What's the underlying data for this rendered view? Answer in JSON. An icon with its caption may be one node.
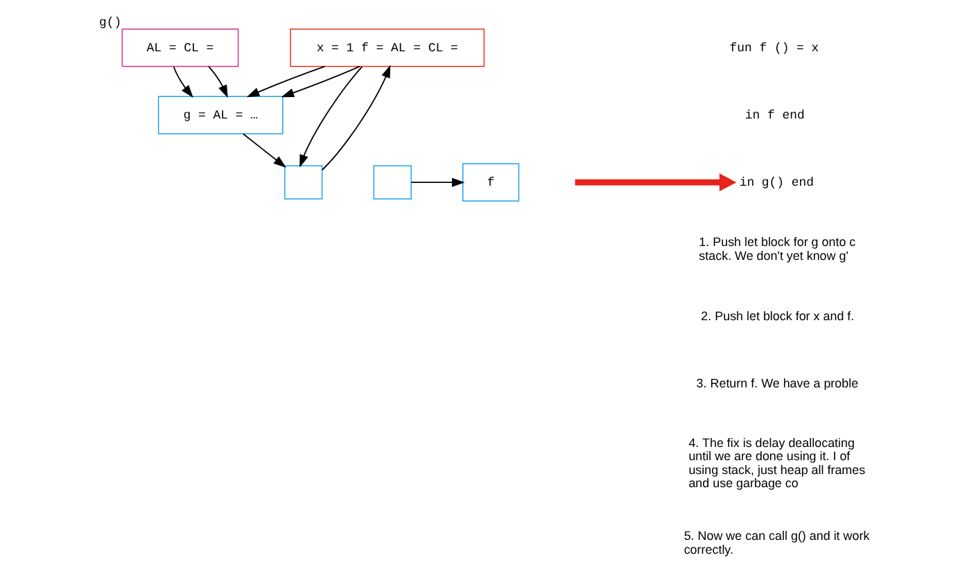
{
  "diagram": {
    "nodes": [
      {
        "text": [
          "AL = CL ="
        ],
        "beside": [
          "g()"
        ]
      },
      {
        "text": [
          "x = 1 f = AL = CL ="
        ]
      },
      {
        "text": [
          "g = AL = …"
        ]
      },
      {
        "text": [],
        "shape": "box"
      },
      {
        "text": [],
        "shape": "box"
      },
      {
        "text": [
          "f"
        ]
      },
      {
        "text": [
          "in g() end"
        ]
      }
    ],
    "edges": [
      {
        "from": 0,
        "to": 2,
        "arrow": "to"
      },
      {
        "from": 0,
        "to": 2,
        "arrow": "to"
      },
      {
        "from": 1,
        "to": 3,
        "arrow": "to"
      },
      {
        "from": 1,
        "to": 2,
        "arrow": "to"
      },
      {
        "from": 1,
        "to": 2,
        "arrow": "to"
      },
      {
        "from": 3,
        "to": 1,
        "arrow": "to"
      },
      {
        "from": 2,
        "to": 3,
        "arrow": "to"
      },
      {
        "from": 4,
        "to": 5,
        "arrow": "to"
      },
      {
        "from": null,
        "to": 6,
        "arrow": "to",
        "style": "thick",
        "color": "#e8231b"
      }
    ],
    "labels": [
      "fun f () = x",
      "in f end",
      "1. Push let block for g onto c stack. We don't yet know g'",
      "2. Push let block for x and f.",
      "3. Return f. We have a proble",
      "4. The fix is delay deallocating until we are done using it. I of using stack, just heap all frames and use garbage co",
      "5. Now we can call g() and it work correctly."
    ]
  }
}
